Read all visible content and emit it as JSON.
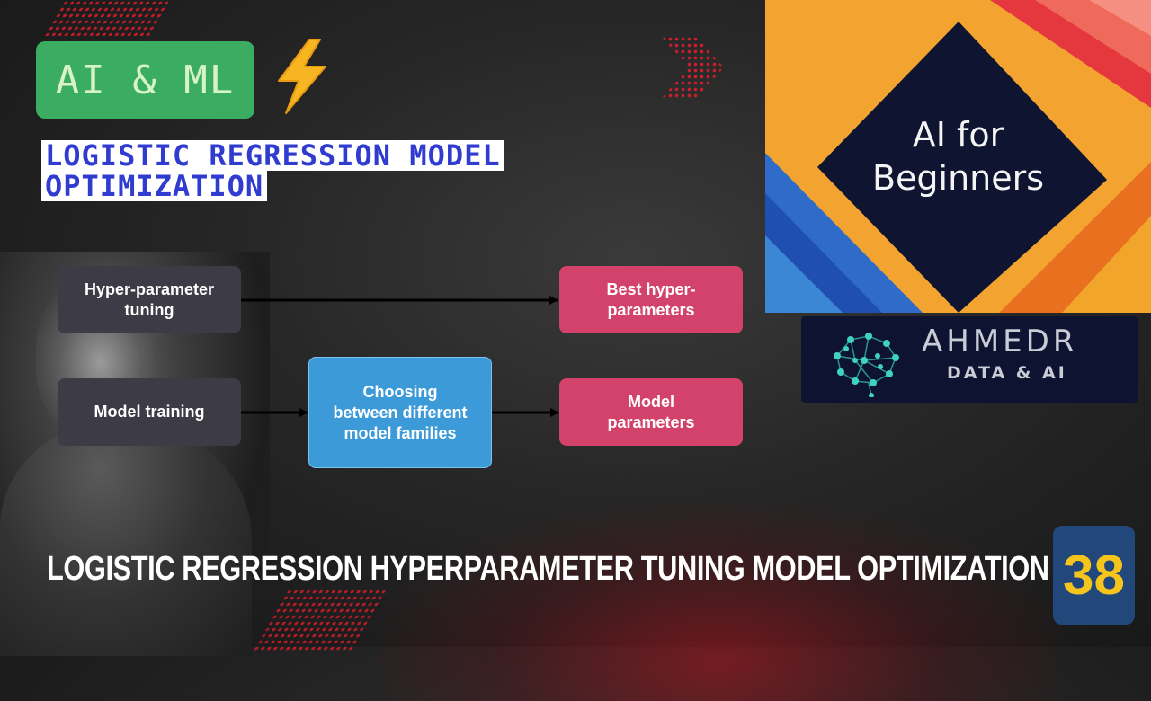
{
  "badge": {
    "label": "AI & ML"
  },
  "subtitle": {
    "line1": "LOGISTIC REGRESSION MODEL",
    "line2": "OPTIMIZATION"
  },
  "diagram": {
    "hyper_tuning": "Hyper-parameter tuning",
    "model_training": "Model training",
    "choosing": "Choosing between different model families",
    "best_hyper": "Best hyper-parameters",
    "model_params": "Model parameters"
  },
  "book": {
    "line1": "AI for",
    "line2": "Beginners"
  },
  "logo": {
    "brand": "AHMEDR",
    "tagline": "DATA & AI"
  },
  "bottom_title": "LOGISTIC REGRESSION HYPERPARAMETER TUNING MODEL OPTIMIZATION",
  "episode_number": "38",
  "colors": {
    "badge": "#3aad62",
    "dark_box": "#3d3c46",
    "pink_box": "#d2426b",
    "blue_box": "#3c9ad9",
    "number_bg": "#21477b",
    "number_text": "#f6c51b",
    "accent_red": "#e01c2c"
  },
  "icons": {
    "bolt": "lightning-bolt-icon",
    "brain": "brain-network-icon"
  }
}
